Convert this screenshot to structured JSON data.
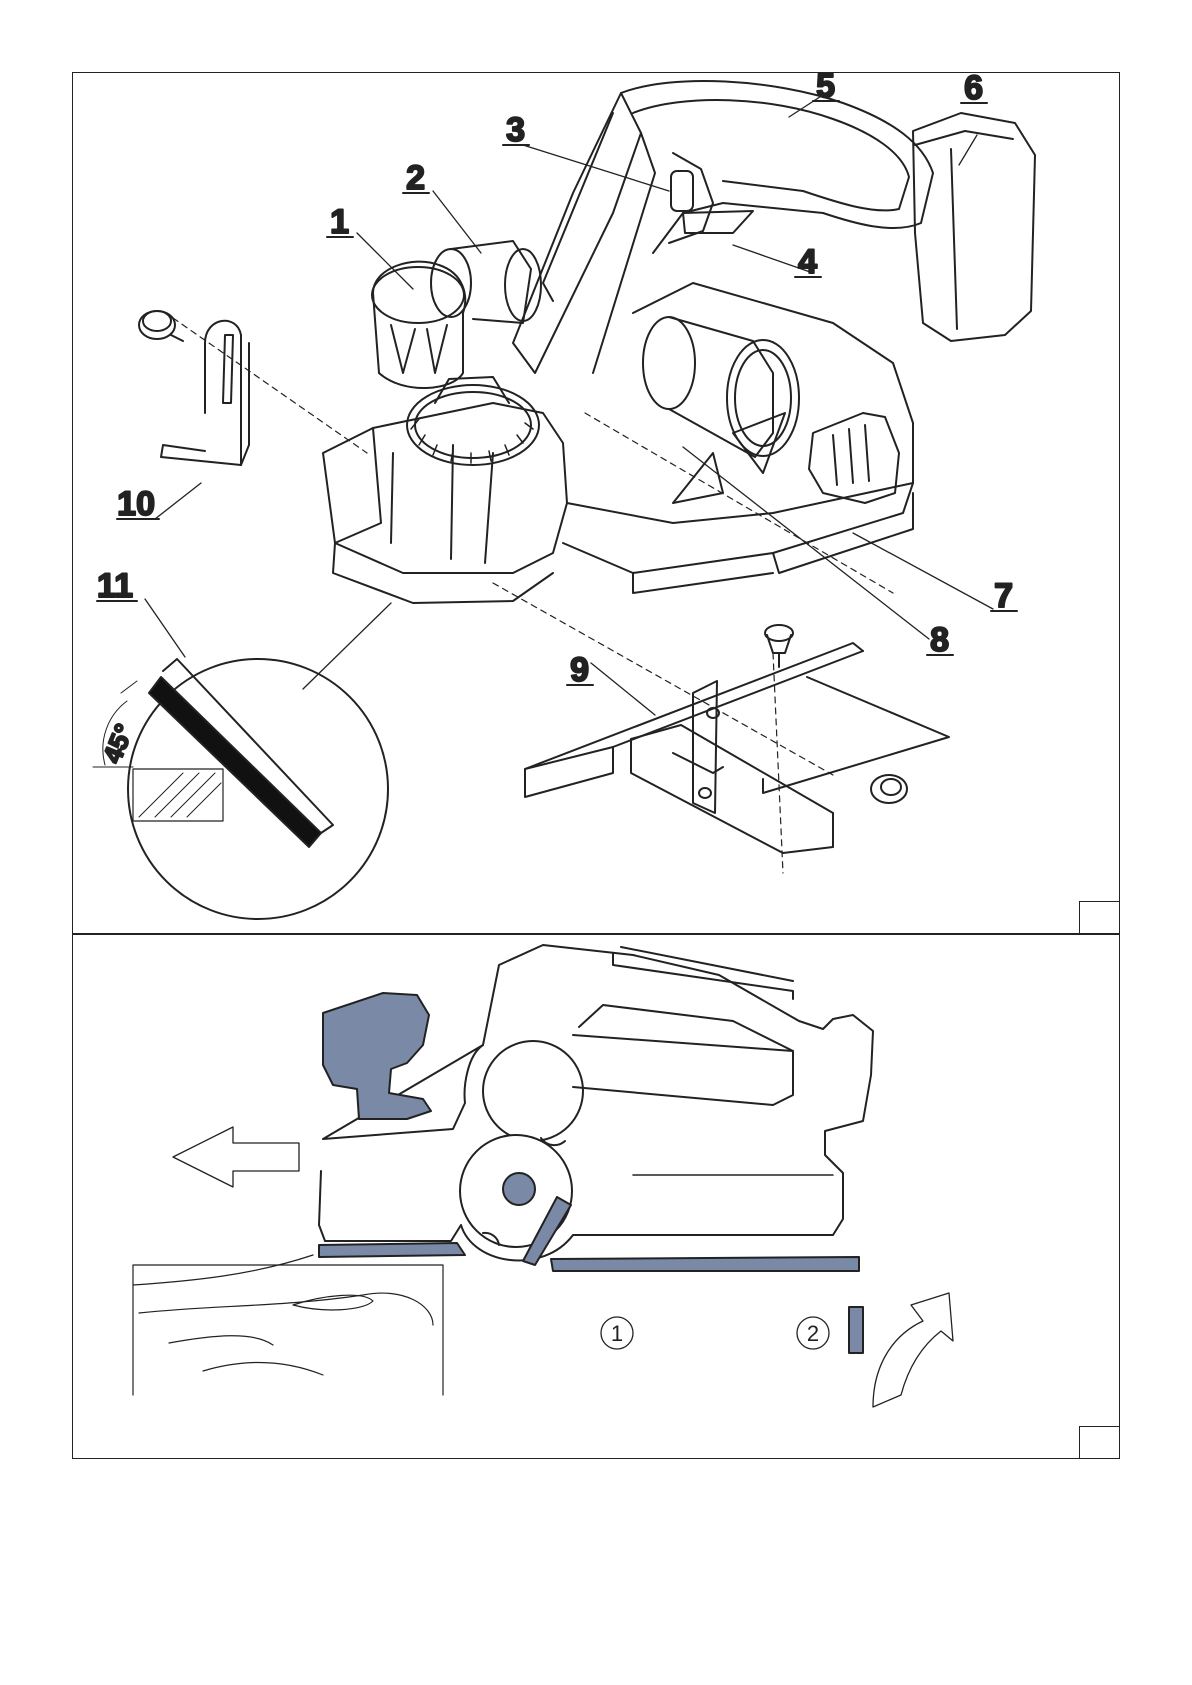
{
  "callouts": [
    "1",
    "2",
    "3",
    "4",
    "5",
    "6",
    "7",
    "8",
    "9",
    "10",
    "11"
  ],
  "angle_label": "45°",
  "steps": [
    "1",
    "2"
  ],
  "colors": {
    "line": "#222222",
    "fill_blue": "#7a8aa6",
    "bg": "#ffffff"
  },
  "icons": [
    "planer-illustration",
    "depth-knob-icon",
    "fence-bracket-icon",
    "arrow-left-icon",
    "curved-arrow-up-icon"
  ]
}
